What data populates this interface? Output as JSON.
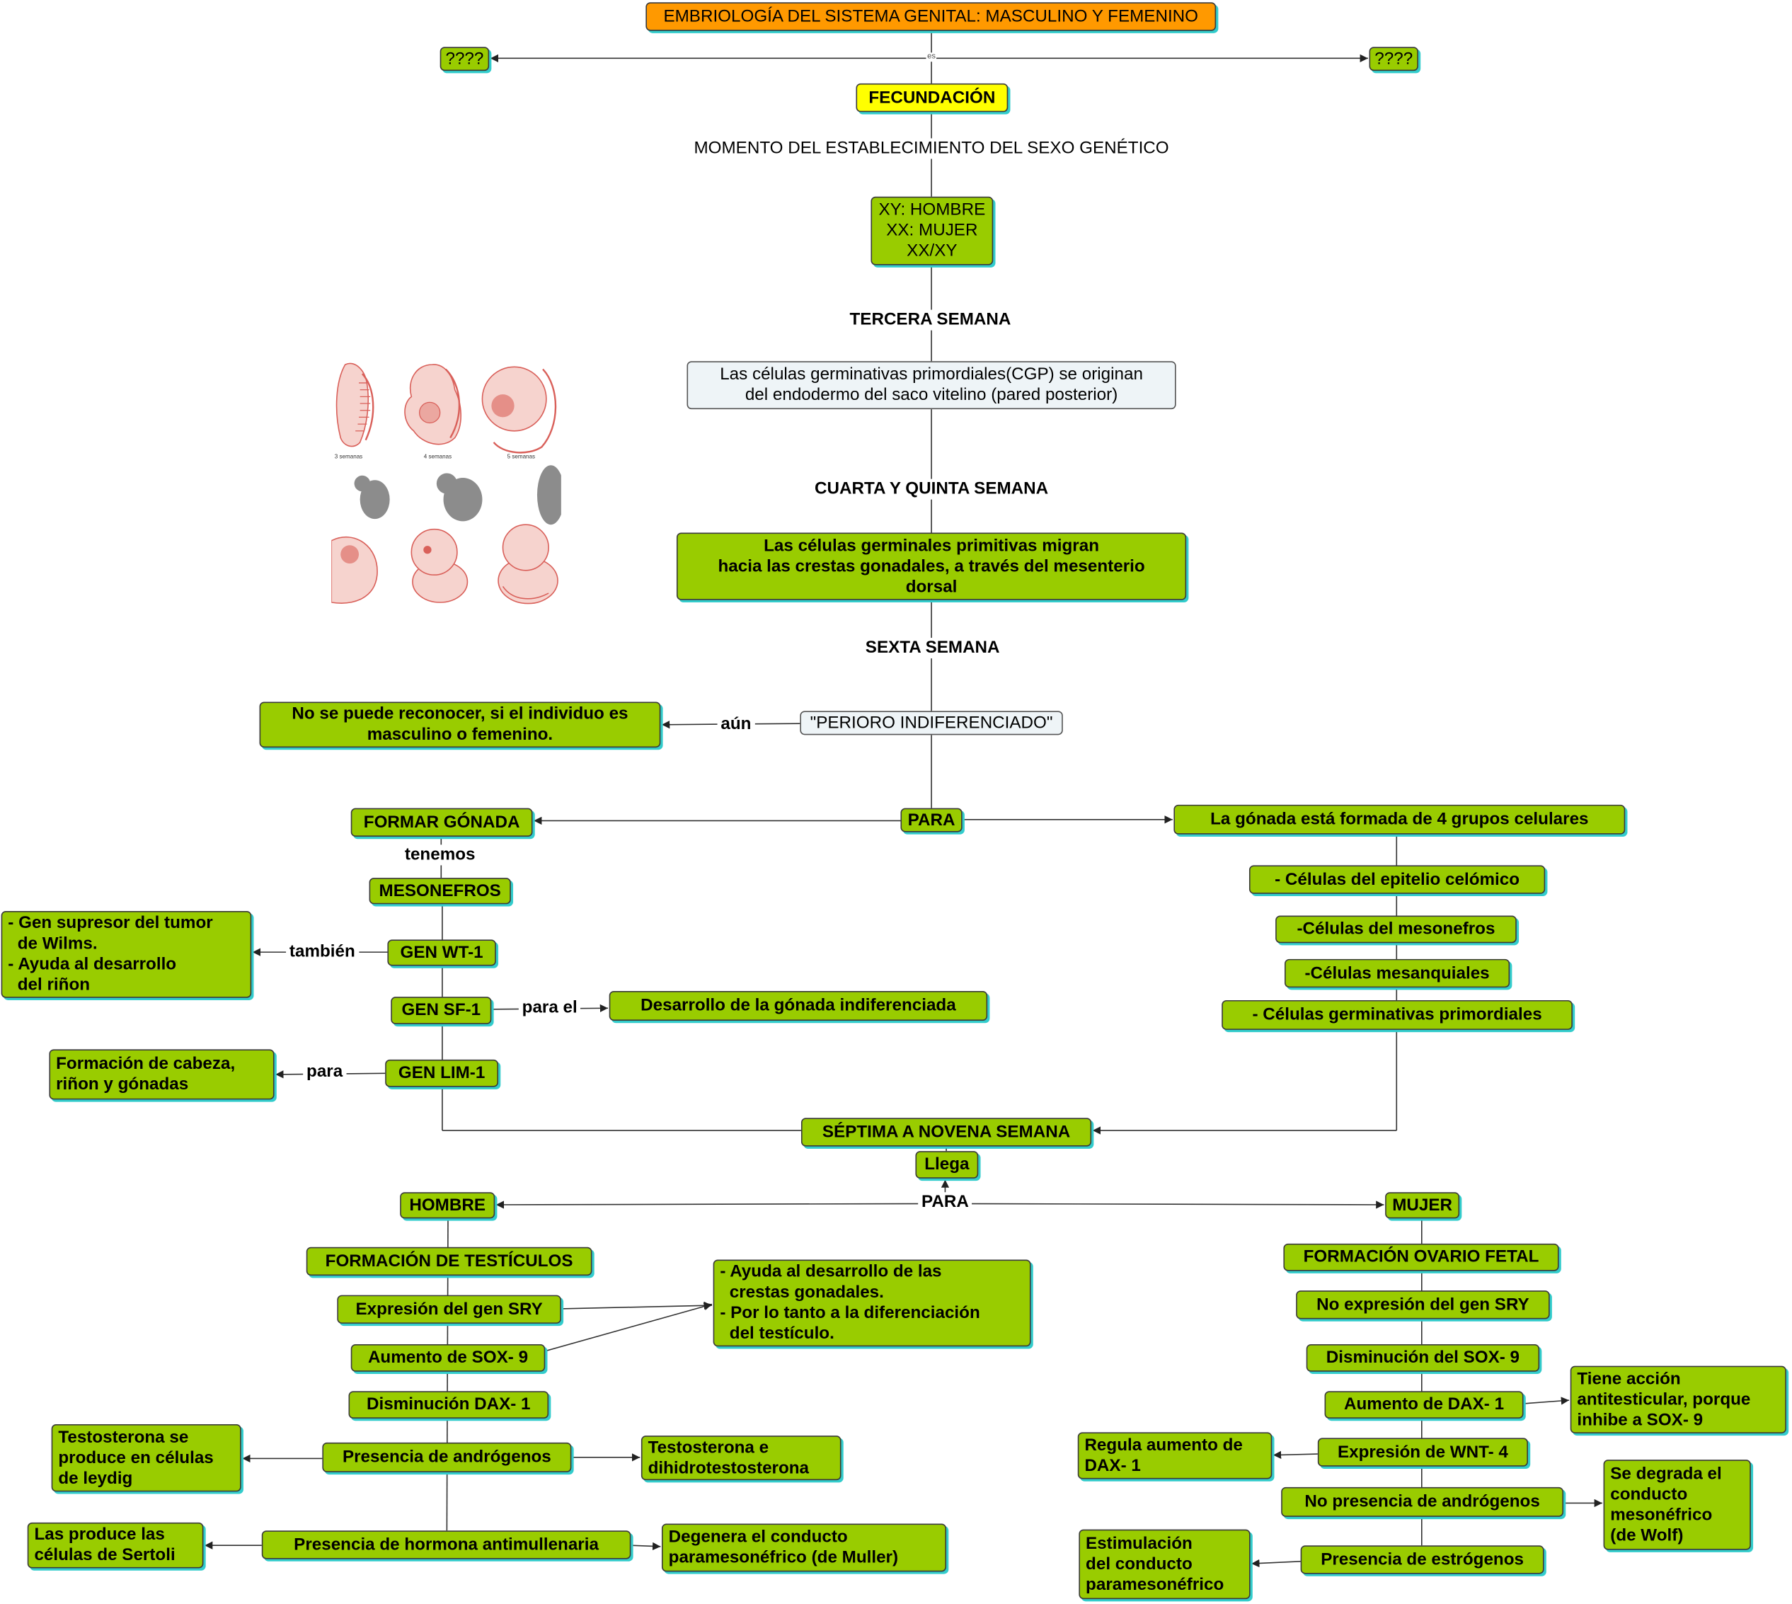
{
  "header": {
    "title": "EMBRIOLOGÍA DEL SISTEMA GENITAL: MASCULINO Y FEMENINO",
    "left_node": "????",
    "right_node": "????",
    "link_es": "es"
  },
  "origen": {
    "fecundacion": "FECUNDACIÓN",
    "link_momento": "MOMENTO DEL ESTABLECIMIENTO DEL SEXO GENÉTICO",
    "sexo_genetico": "XY: HOMBRE\nXX: MUJER\nXX/XY",
    "link_tercera": "TERCERA SEMANA",
    "cgp": "Las células germinativas primordiales(CGP) se originan\ndel endodermo del saco vitelino (pared posterior)",
    "link_cuarta_quinta": "CUARTA Y QUINTA SEMANA",
    "migracion": "Las células germinales primitivas migran\nhacia las crestas gonadales, a través del mesenterio\ndorsal",
    "link_sexta": "SEXTA SEMANA",
    "periodo": "\"PERIORO INDIFERENCIADO\"",
    "link_aun": "aún",
    "no_reconocer": "No se puede reconocer, si el individuo es\nmasculino o femenino.",
    "para": "PARA"
  },
  "formar_gonada": {
    "title": "FORMAR GÓNADA",
    "link_tenemos": "tenemos",
    "mesonefros": "MESONEFROS",
    "wt1": "GEN WT-1",
    "link_tambien": "también",
    "wt1_funcion": "- Gen supresor del tumor\n  de Wilms.\n- Ayuda al desarrollo\n  del riñon",
    "sf1": "GEN SF-1",
    "link_para_el": "para el",
    "sf1_funcion": "Desarrollo de la gónada indiferenciada",
    "lim1": "GEN LIM-1",
    "link_para": "para",
    "lim1_funcion": "Formación de cabeza,\nriñon y gónadas"
  },
  "grupos_celulares": {
    "title": "La gónada está formada de 4 grupos celulares",
    "items": [
      "- Células del epitelio celómico",
      "-Células del mesonefros",
      "-Células mesanquiales",
      "- Células germinativas primordiales"
    ]
  },
  "diferenciacion": {
    "septima": "SÉPTIMA A NOVENA SEMANA",
    "llega": "Llega",
    "link_para": "PARA"
  },
  "hombre": {
    "title": "HOMBRE",
    "steps": [
      "FORMACIÓN DE TESTÍCULOS",
      "Expresión del gen SRY",
      "Aumento de SOX- 9",
      "Disminución DAX- 1",
      "Presencia de andrógenos",
      "Presencia de hormona antimullenaria"
    ],
    "sry_sox9_efecto": "- Ayuda al desarrollo de las\n  crestas gonadales.\n- Por lo tanto a la diferenciación\n  del testículo.",
    "androgenos_origen": "Testosterona se\nproduce en células\nde leydig",
    "androgenos_tipos": "Testosterona e\ndihidrotestosterona",
    "amh_origen": "Las produce las\ncélulas de Sertoli",
    "amh_efecto": "Degenera el conducto\nparamesonéfrico (de Muller)"
  },
  "mujer": {
    "title": "MUJER",
    "steps": [
      "FORMACIÓN OVARIO FETAL",
      "No expresión del gen SRY",
      "Disminución del SOX- 9",
      "Aumento de DAX- 1",
      "Expresión de WNT- 4",
      "No presencia de andrógenos",
      "Presencia de estrógenos"
    ],
    "dax1_efecto": "Tiene acción\nantitesticular, porque\ninhibe a SOX- 9",
    "wnt4_efecto": "Regula aumento de\nDAX- 1",
    "androgenos_efecto": "Se degrada el\nconducto\nmesonéfrico\n(de Wolf)",
    "estrogenos_efecto": "Estimulación\ndel conducto\nparamesonéfrico"
  },
  "embryo_image": {
    "captions": [
      "3 semanas",
      "4 semanas",
      "5 semanas"
    ]
  },
  "colors": {
    "title_fill": "#ff9900",
    "highlight_fill": "#ffff00",
    "node_fill": "#99cc00",
    "plain_fill": "#eef4f7",
    "node_shadow": "#33cccc"
  }
}
